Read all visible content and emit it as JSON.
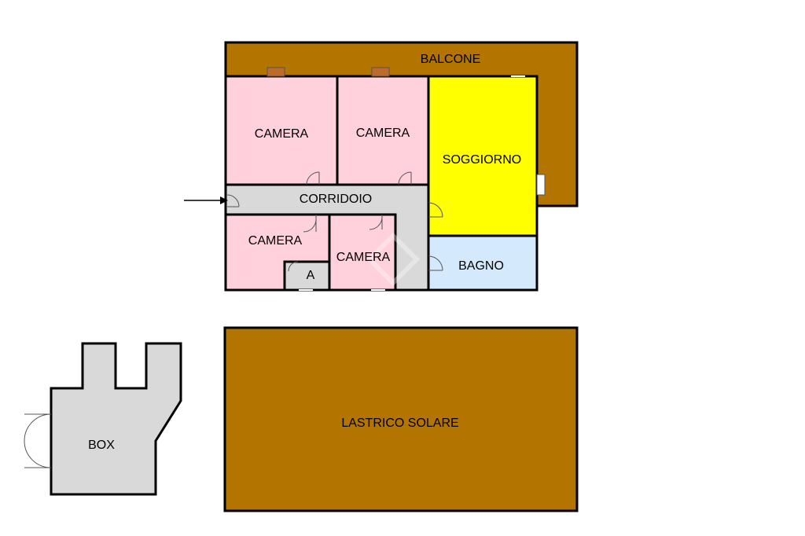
{
  "plan": {
    "rooms": {
      "balcone": {
        "label": "BALCONE",
        "color": "#b37400"
      },
      "camera_1": {
        "label": "CAMERA",
        "color": "#ffd1dc"
      },
      "camera_2": {
        "label": "CAMERA",
        "color": "#ffd1dc"
      },
      "soggiorno": {
        "label": "SOGGIORNO",
        "color": "#ffff00"
      },
      "corridoio": {
        "label": "CORRIDOIO",
        "color": "#d9d9d9"
      },
      "camera_3": {
        "label": "CAMERA",
        "color": "#ffd1dc"
      },
      "ripostiglio": {
        "label": "A",
        "color": "#d9d9d9"
      },
      "camera_4": {
        "label": "CAMERA",
        "color": "#ffd1dc"
      },
      "bagno": {
        "label": "BAGNO",
        "color": "#d4e9fb"
      },
      "lastrico_solare": {
        "label": "LASTRICO SOLARE",
        "color": "#b37400"
      },
      "box": {
        "label": "BOX",
        "color": "#d9d9d9"
      }
    }
  }
}
